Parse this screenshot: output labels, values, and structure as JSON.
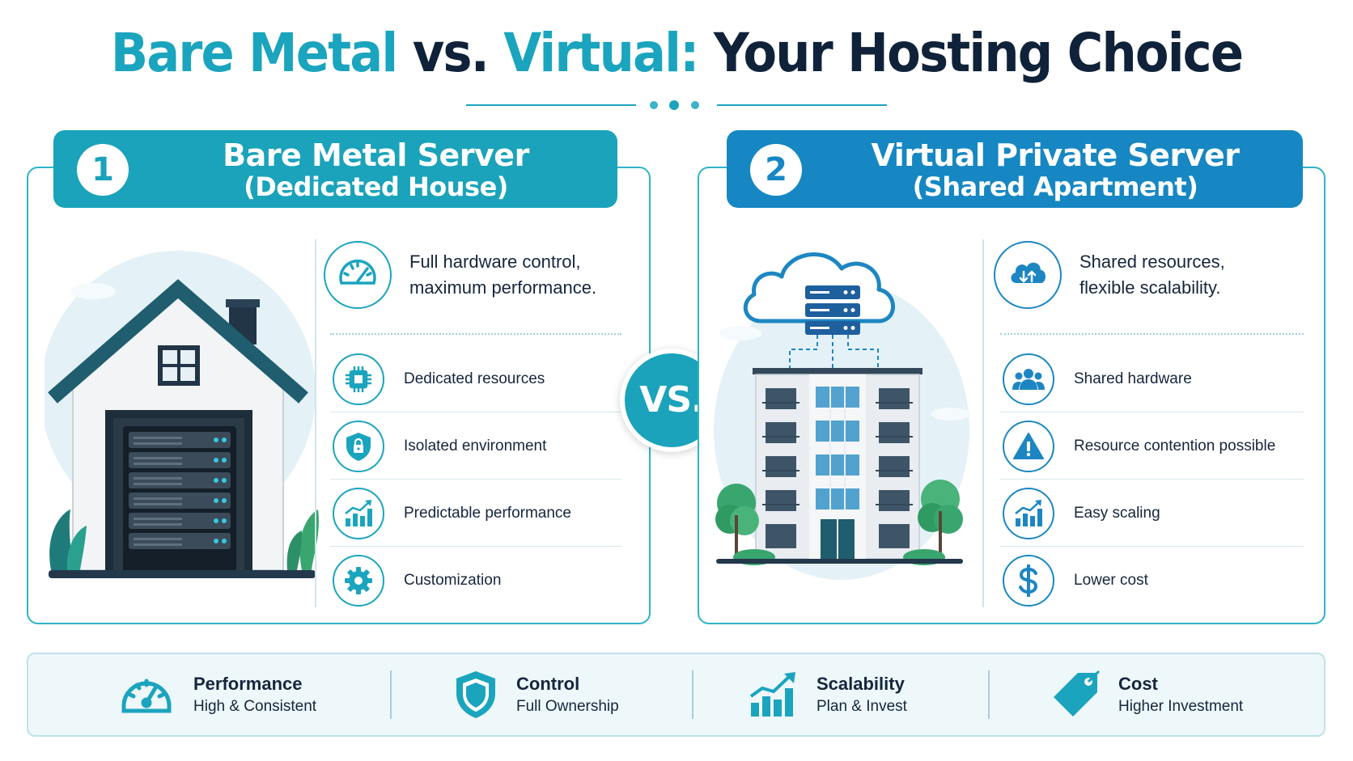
{
  "title": {
    "part1": "Bare Metal",
    "part2": "vs.",
    "part3": "Virtual:",
    "part4": "Your Hosting Choice"
  },
  "colors": {
    "teal": "#1aa3ba",
    "blue": "#1687c2",
    "navy": "#0f2239",
    "border": "#2fb3c9"
  },
  "left": {
    "number": "1",
    "title": "Bare Metal Server",
    "subtitle": "(Dedicated House)",
    "illustration": "house-with-server-rack",
    "top_feature": {
      "icon": "speedometer-icon",
      "line1": "Full hardware control,",
      "line2": "maximum performance."
    },
    "features": [
      {
        "icon": "chip-icon",
        "label": "Dedicated resources"
      },
      {
        "icon": "shield-lock-icon",
        "label": "Isolated environment"
      },
      {
        "icon": "bar-chart-icon",
        "label": "Predictable performance"
      },
      {
        "icon": "gear-icon",
        "label": "Customization"
      }
    ]
  },
  "vs_label": "VS.",
  "right": {
    "number": "2",
    "title": "Virtual Private Server",
    "subtitle": "(Shared Apartment)",
    "illustration": "apartment-building-with-cloud",
    "top_feature": {
      "icon": "cloud-arrows-icon",
      "line1": "Shared resources,",
      "line2": "flexible scalability."
    },
    "features": [
      {
        "icon": "users-icon",
        "label": "Shared hardware"
      },
      {
        "icon": "warning-icon",
        "label": "Resource contention possible"
      },
      {
        "icon": "bar-chart-icon",
        "label": "Easy scaling"
      },
      {
        "icon": "dollar-icon",
        "label": "Lower cost"
      }
    ]
  },
  "summary": [
    {
      "icon": "gauge-icon",
      "label": "Performance",
      "value": "High & Consistent"
    },
    {
      "icon": "shield-icon",
      "label": "Control",
      "value": "Full Ownership"
    },
    {
      "icon": "bar-chart-icon",
      "label": "Scalability",
      "value": "Plan & Invest"
    },
    {
      "icon": "price-tag-icon",
      "label": "Cost",
      "value": "Higher Investment"
    }
  ]
}
